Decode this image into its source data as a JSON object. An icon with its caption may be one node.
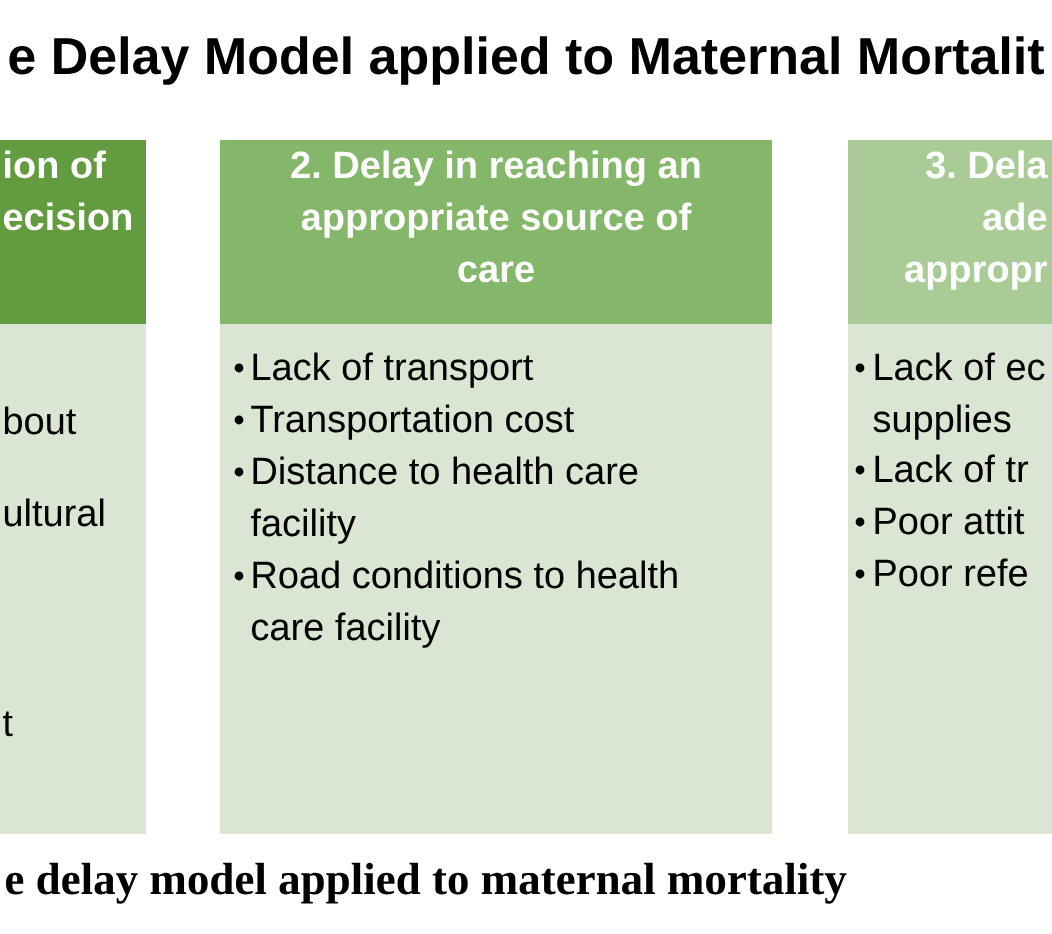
{
  "diagram": {
    "title": "e Delay Model applied to Maternal Mortalit",
    "caption": "e delay model applied to maternal mortality",
    "nodes": [
      {
        "text": [
          "ion of ecision"
        ]
      },
      {
        "text": [
          "bout",
          "ultural",
          "t"
        ]
      },
      {
        "text": [
          "2. Delay in reaching an appropriate source of care"
        ]
      },
      {
        "text": [
          "Lack of transport",
          "Transportation cost",
          "Distance to health care facility",
          "Road conditions to health care facility"
        ]
      },
      {
        "text": [
          "3. Dela ade appropr"
        ]
      },
      {
        "text": [
          "Lack of ec supplies",
          "Lack of tr",
          "Poor attit",
          "Poor refe"
        ]
      }
    ]
  }
}
